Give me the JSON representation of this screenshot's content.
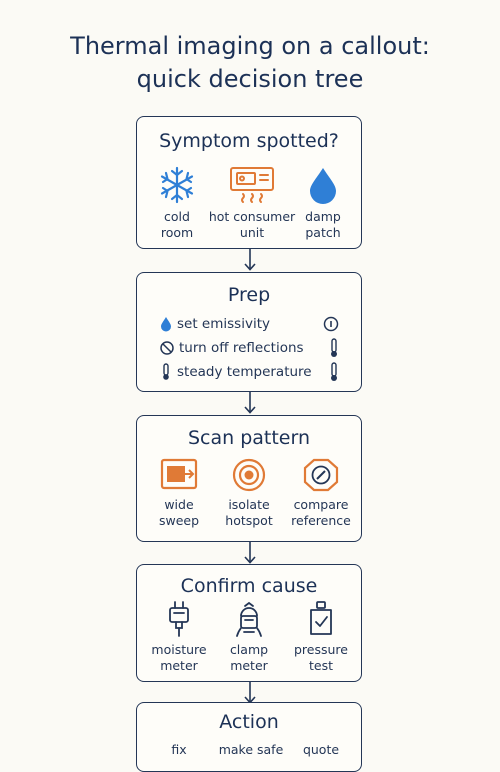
{
  "title_line1": "Thermal imaging on a callout:",
  "title_line2": "quick decision tree",
  "symptom": {
    "title": "Symptom spotted?",
    "items": [
      {
        "icon": "snowflake-icon",
        "line1": "cold",
        "line2": "room"
      },
      {
        "icon": "consumer-unit-icon",
        "line1": "hot consumer",
        "line2": "unit"
      },
      {
        "icon": "water-drop-icon",
        "line1": "damp",
        "line2": "patch"
      }
    ]
  },
  "prep": {
    "title": "Prep",
    "items": [
      {
        "icon": "drop-icon",
        "label": "set emissivity",
        "right_icon": "info-icon"
      },
      {
        "icon": "no-reflection-icon",
        "label": "turn off reflections",
        "right_icon": "thermometer-icon"
      },
      {
        "icon": "thermometer-icon",
        "label": "steady temperature",
        "right_icon": "thermometer-icon"
      }
    ]
  },
  "scan": {
    "title": "Scan pattern",
    "items": [
      {
        "icon": "sweep-icon",
        "line1": "wide",
        "line2": "sweep"
      },
      {
        "icon": "target-icon",
        "line1": "isolate",
        "line2": "hotspot"
      },
      {
        "icon": "compass-icon",
        "line1": "compare",
        "line2": "reference"
      }
    ]
  },
  "confirm": {
    "title": "Confirm cause",
    "items": [
      {
        "icon": "moisture-meter-icon",
        "line1": "moisture",
        "line2": "meter"
      },
      {
        "icon": "clamp-meter-icon",
        "line1": "clamp",
        "line2": "meter"
      },
      {
        "icon": "pressure-test-icon",
        "line1": "pressure",
        "line2": "test"
      }
    ]
  },
  "action": {
    "title": "Action",
    "items": [
      {
        "line1": "fix"
      },
      {
        "line1": "make safe"
      },
      {
        "line1": "quote"
      }
    ]
  },
  "colors": {
    "navy": "#1c3156",
    "orange": "#e07a36",
    "blue": "#2f7fd6"
  }
}
